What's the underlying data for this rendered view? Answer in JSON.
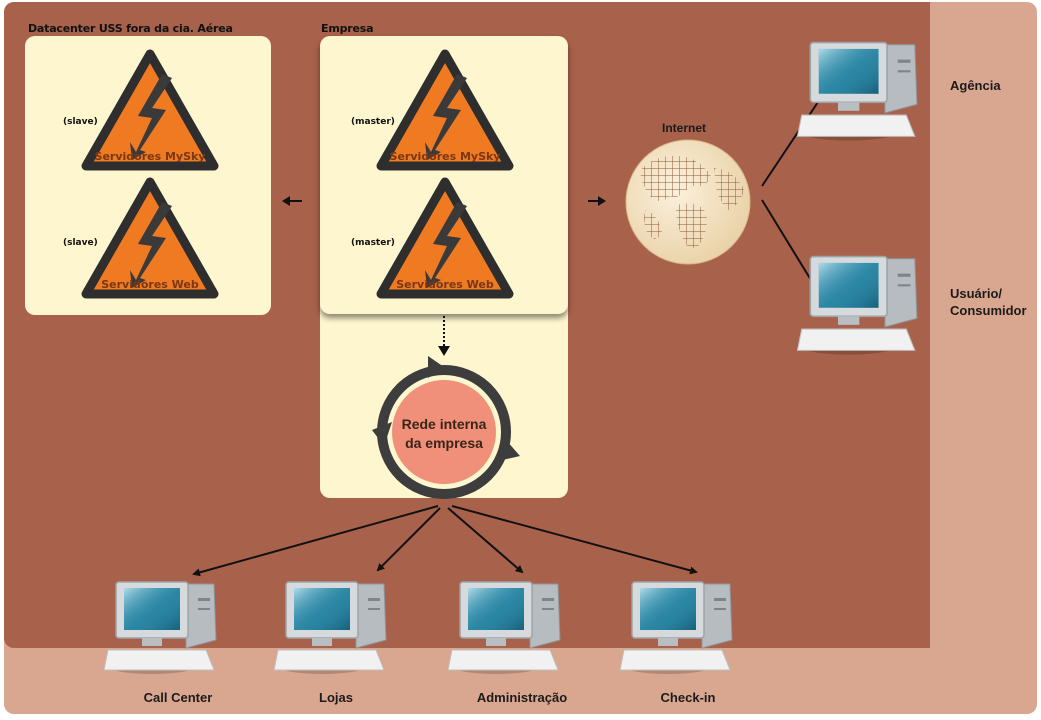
{
  "datacenter": {
    "title": "Datacenter USS fora da cia. Aérea",
    "servers": [
      {
        "role": "(slave)",
        "name": "Servidores MySky"
      },
      {
        "role": "(slave)",
        "name": "Servidores Web"
      }
    ]
  },
  "empresa": {
    "title": "Empresa",
    "servers": [
      {
        "role": "(master)",
        "name": "Servidores MySky"
      },
      {
        "role": "(master)",
        "name": "Servidores Web"
      }
    ]
  },
  "internet": {
    "label": "Internet"
  },
  "rede_interna": {
    "line1": "Rede interna",
    "line2": "da empresa"
  },
  "external_clients": [
    {
      "label": "Agência"
    },
    {
      "label_line1": "Usuário/",
      "label_line2": "Consumidor"
    }
  ],
  "internal_clients": [
    {
      "label": "Call Center"
    },
    {
      "label": "Lojas"
    },
    {
      "label": "Administração"
    },
    {
      "label": "Check-in"
    }
  ],
  "colors": {
    "main_background": "#a8614b",
    "outer_background": "#d9a68f",
    "panel": "#fdf6cf",
    "warning_triangle": "#ef7a22",
    "rede_circle": "#f0907a"
  },
  "icons": {
    "server": "high-voltage-warning-icon",
    "internet": "globe-icon",
    "client": "desktop-computer-icon",
    "network": "cycle-arrows-icon"
  }
}
